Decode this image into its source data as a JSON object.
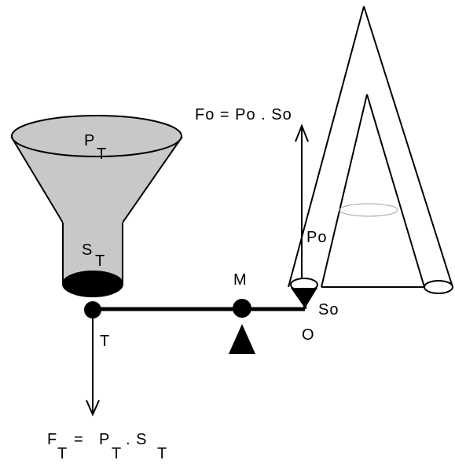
{
  "labels": {
    "fo_formula": "Fo = Po . So",
    "pt_main": "P",
    "pt_sub": "T",
    "st_main": "S",
    "st_sub": "T",
    "po": "Po",
    "m": "M",
    "so": "So",
    "o": "O",
    "t": "T",
    "ft_f": "F",
    "ft_f_sub": "T",
    "ft_eq": "=",
    "ft_p": "P",
    "ft_p_sub": "T",
    "ft_dot_s": ". S",
    "ft_s_sub": "T"
  },
  "colors": {
    "stroke": "#000000",
    "funnel_fill": "#c8c8c8",
    "background": "#ffffff",
    "ellipse_hint": "#a0a0a0"
  }
}
